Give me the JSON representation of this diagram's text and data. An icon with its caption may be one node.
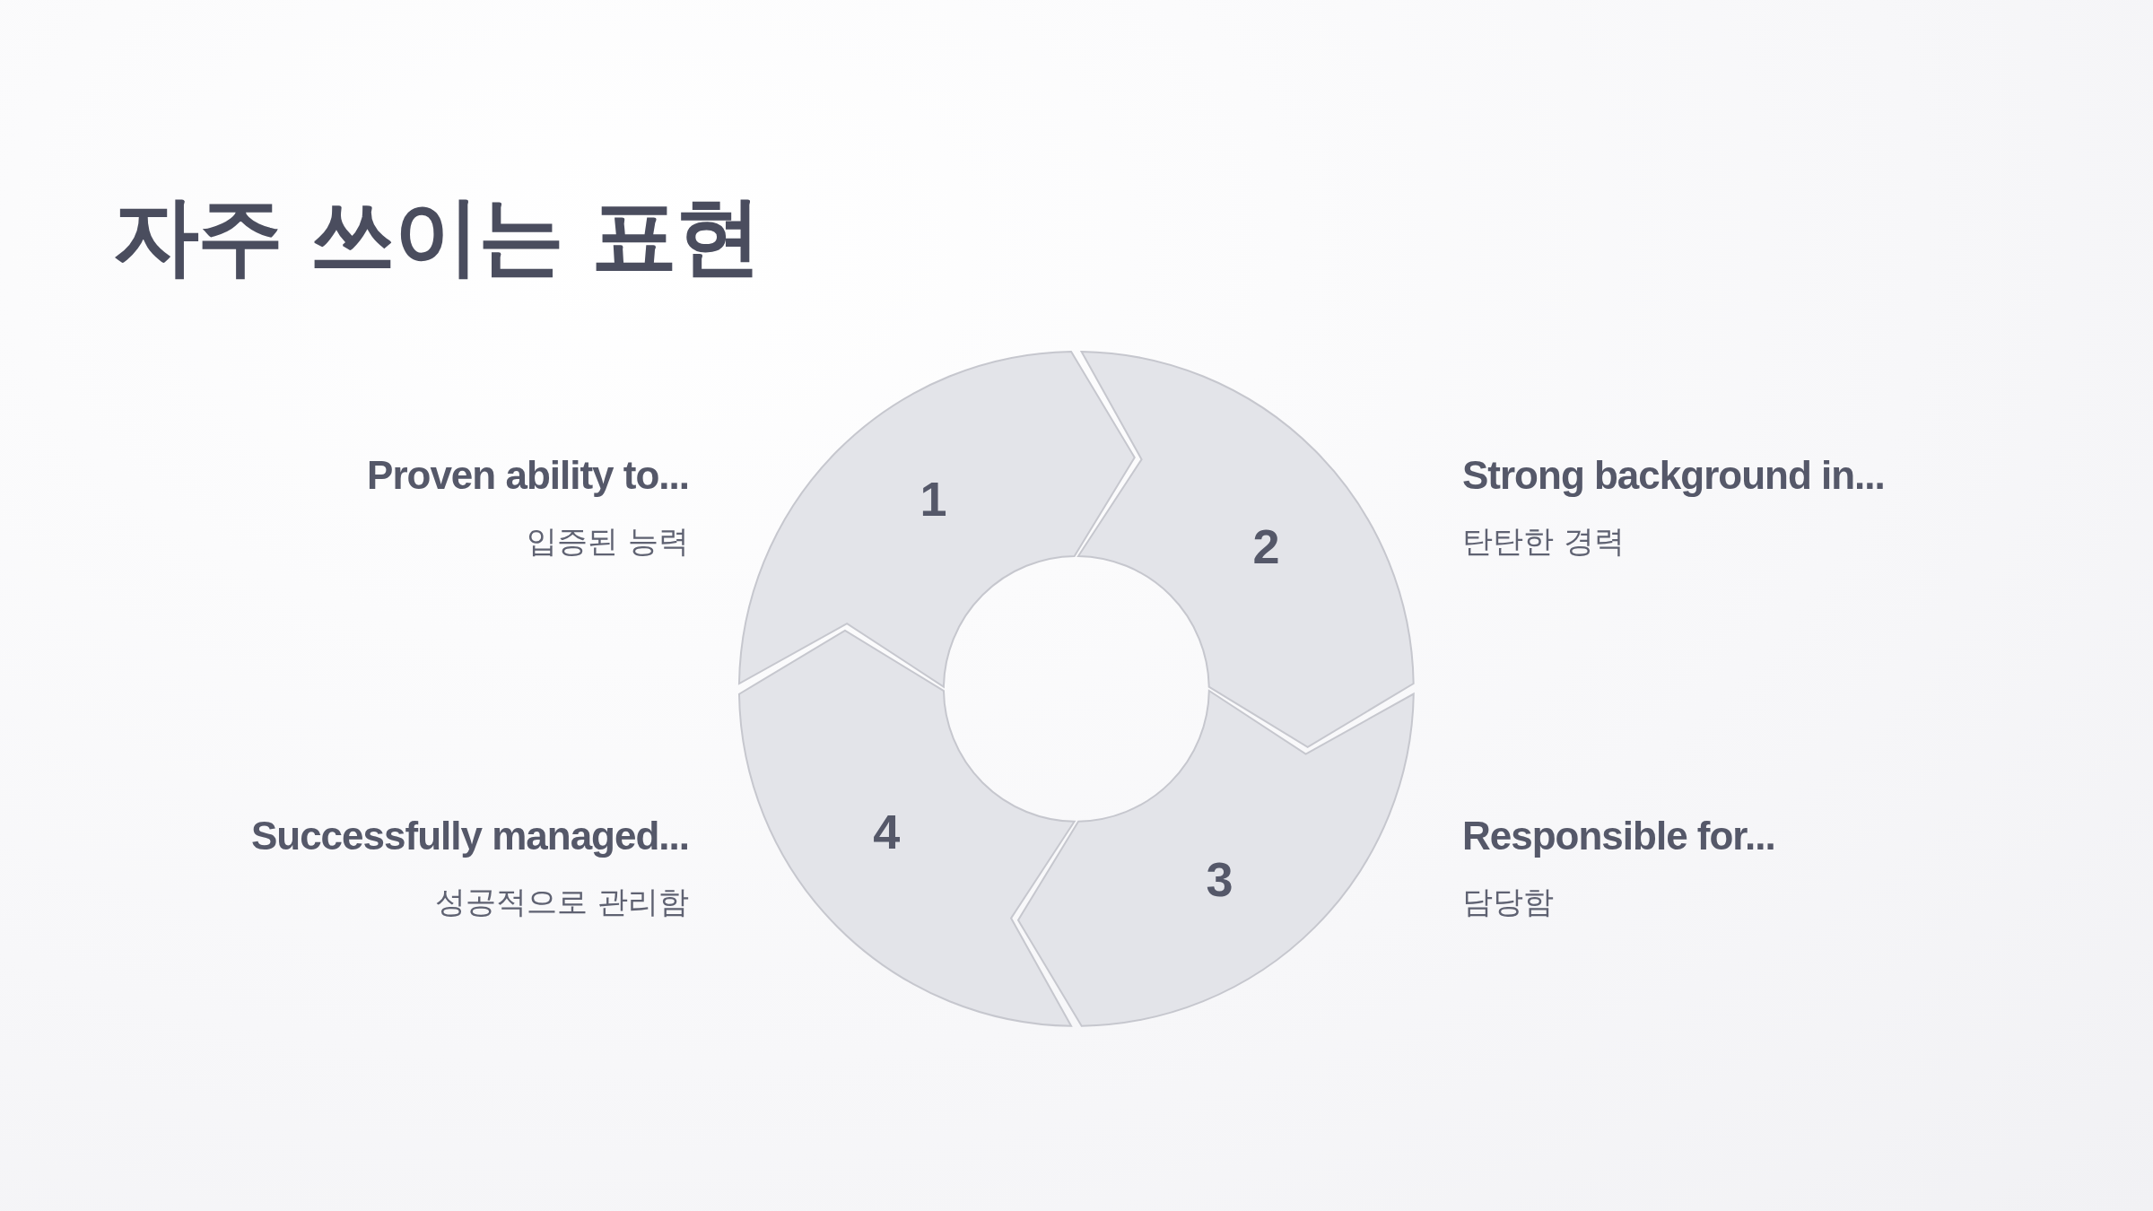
{
  "diagram": {
    "title": "자주 쓰이는 표현",
    "nodes": [
      {
        "text": [
          "1"
        ],
        "beside": [
          "Proven ability to...",
          "입증된 능력"
        ]
      },
      {
        "text": [
          "2"
        ],
        "beside": [
          "Strong background in...",
          "탄탄한 경력"
        ]
      },
      {
        "text": [
          "3"
        ],
        "beside": [
          "Responsible for...",
          "담당함"
        ]
      },
      {
        "text": [
          "4"
        ],
        "beside": [
          "Successfully managed...",
          "성공적으로 관리함"
        ]
      }
    ]
  }
}
